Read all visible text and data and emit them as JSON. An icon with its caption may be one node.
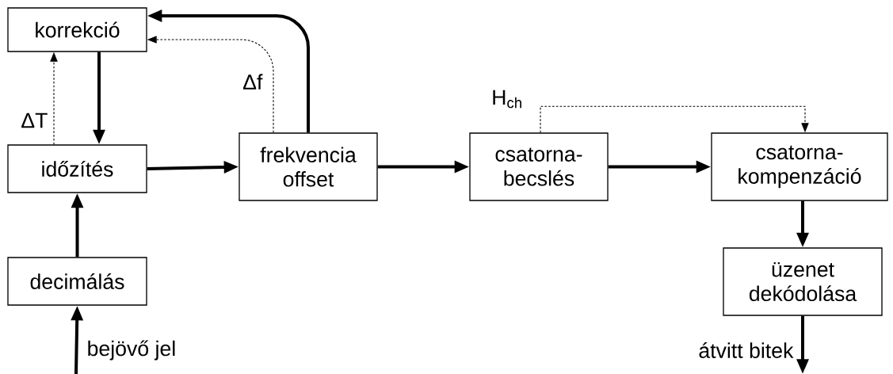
{
  "diagram": {
    "nodes": [
      {
        "text": [
          "korrekció"
        ]
      },
      {
        "text": [
          "időzítés"
        ]
      },
      {
        "text": [
          "frekvencia offset"
        ]
      },
      {
        "text": [
          "csatorna- becslés"
        ]
      },
      {
        "text": [
          "csatorna- kompenzáció"
        ]
      },
      {
        "text": [
          "decimálás"
        ]
      },
      {
        "text": [
          "üzenet dekódolása"
        ]
      }
    ],
    "edges": [
      {
        "from": null,
        "to": 5,
        "arrow": "to",
        "label": "bejövő jel"
      },
      {
        "from": 5,
        "to": 1,
        "arrow": "to"
      },
      {
        "from": 0,
        "to": 1,
        "arrow": "to"
      },
      {
        "from": 1,
        "to": 0,
        "arrow": "to",
        "style": "dashed",
        "label": "ΔT"
      },
      {
        "from": 1,
        "to": 2,
        "arrow": "to"
      },
      {
        "from": 2,
        "to": 0,
        "arrow": "to",
        "style": "dashed",
        "label": "Δf"
      },
      {
        "from": 2,
        "to": 0,
        "arrow": "to"
      },
      {
        "from": 2,
        "to": 3,
        "arrow": "to"
      },
      {
        "from": 3,
        "to": 4,
        "arrow": "to"
      },
      {
        "from": 3,
        "to": 4,
        "arrow": "to",
        "style": "dashed",
        "label": "H$_{ch}$"
      },
      {
        "from": 4,
        "to": 6,
        "arrow": "to"
      },
      {
        "from": 6,
        "to": null,
        "arrow": "to",
        "label": "átvitt bitek"
      }
    ]
  }
}
